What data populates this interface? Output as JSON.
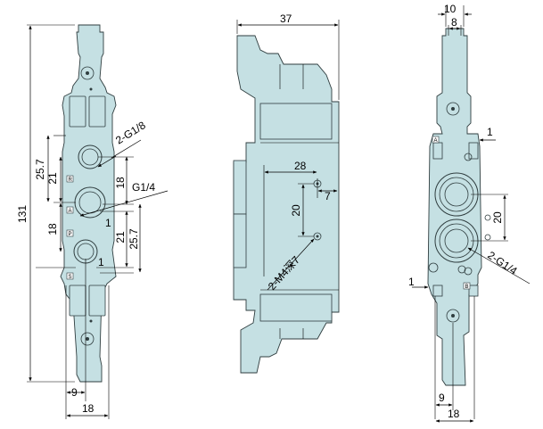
{
  "dimensions": {
    "overall_height": "131",
    "body_width": "18",
    "port_offset": "9",
    "pitch_upper": "25.7",
    "pitch_lower": "25.7",
    "gap_upper": "21",
    "gap_lower": "21",
    "upper_port_spacing": "18",
    "lower_port_spacing": "18",
    "small_offset": "1",
    "small_offset_lower": "1",
    "pilot_port": "2-G1/8",
    "main_port": "G1/4",
    "side_depth": "37",
    "side_hole_x": "28",
    "side_hole_pitch": "20",
    "side_hole_offset": "7",
    "mount_thread": "2-M4深7",
    "right_top_width": "10",
    "right_top_inner": "8",
    "right_offset_top": "1",
    "right_offset_bottom": "1",
    "right_port_pitch": "20",
    "right_ports": "2-G1/4",
    "right_bottom_offset": "9",
    "right_bottom_width": "18"
  },
  "port_labels": {
    "upper": "R",
    "middle": "A",
    "lower": "P",
    "bottom": "S",
    "right_top": "A",
    "right_bottom": "B"
  },
  "colors": {
    "body_fill": "#c5e0e3",
    "outline": "#2f3d3f",
    "dimension": "#000000"
  }
}
